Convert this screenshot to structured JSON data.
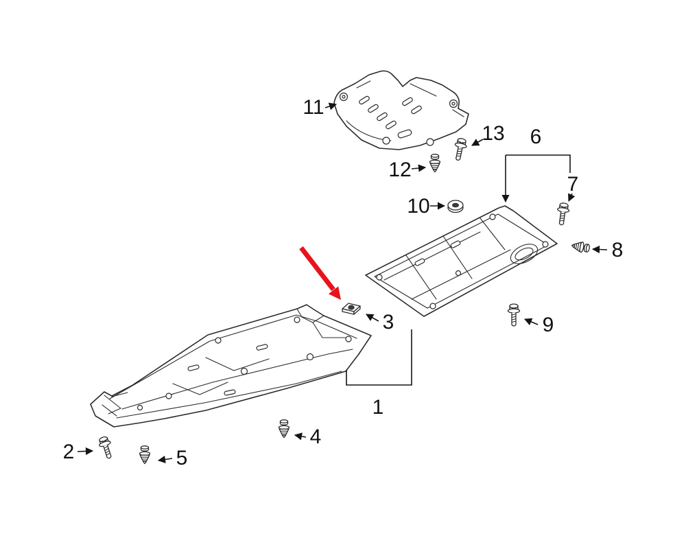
{
  "colors": {
    "background": "#ffffff",
    "line": "#2a2a2a",
    "label": "#101010",
    "highlight": "#e8131c"
  },
  "callouts": [
    {
      "label": "1"
    },
    {
      "label": "2"
    },
    {
      "label": "3"
    },
    {
      "label": "4"
    },
    {
      "label": "5"
    },
    {
      "label": "6"
    },
    {
      "label": "7"
    },
    {
      "label": "8"
    },
    {
      "label": "9"
    },
    {
      "label": "10"
    },
    {
      "label": "11"
    },
    {
      "label": "12"
    },
    {
      "label": "13"
    }
  ]
}
